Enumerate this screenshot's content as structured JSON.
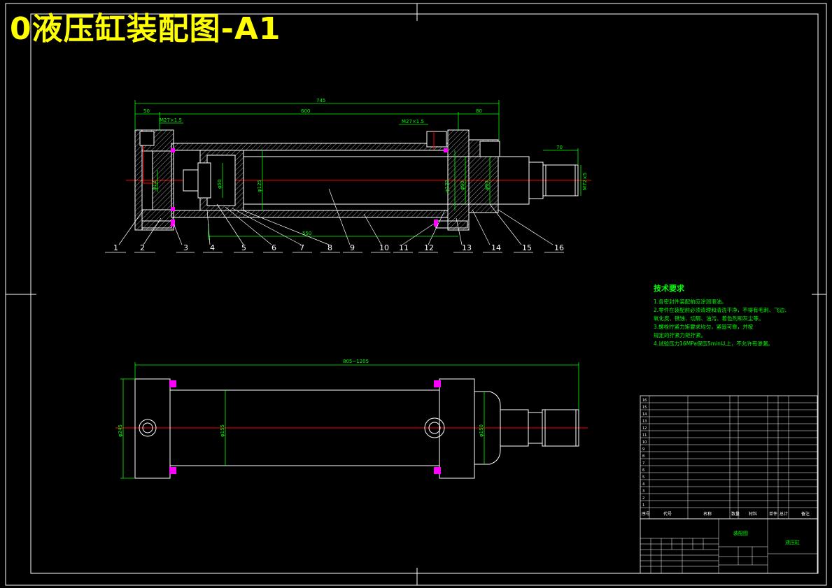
{
  "title": "0液压缸装配图-A1",
  "dimensions": {
    "overall_length": "745",
    "stroke": "600",
    "left_cap": "50",
    "right_cap": "80",
    "rod_end": "70",
    "thread_left": "M27×1.5",
    "thread_right": "M27×1.5",
    "inner_550": "550",
    "bore_125_a": "φ125",
    "bore_125_b": "φ125",
    "rod_90_a": "φ90",
    "rod_90_b": "φ90",
    "piston_50": "φ50",
    "port_12": "φ12",
    "thread_m72": "M72×5",
    "range_length": "805~1205",
    "outer_245": "φ245",
    "tube_155": "φ155",
    "flange_150": "φ150"
  },
  "part_numbers": [
    "1",
    "2",
    "3",
    "4",
    "5",
    "6",
    "7",
    "8",
    "9",
    "10",
    "11",
    "12",
    "13",
    "14",
    "15",
    "16"
  ],
  "technical_requirements": {
    "heading": "技术要求",
    "items": [
      "1.各密封件装配前应涂润滑油。",
      "2.零件在装配前必须清理和清洗干净，不得有毛刺、飞边、",
      "氧化皮、锈蚀、切屑、油污、着色剂和灰尘等。",
      "3.螺栓拧紧力矩要求均匀，紧固可靠，并按",
      "规定的拧紧力矩拧紧。",
      "4.试验压力16MPa保压5min以上，不允许有渗漏。"
    ]
  },
  "title_block": {
    "drawing_name": "装配图",
    "part_name": "液压缸",
    "parts_list_headers": [
      "序号",
      "代号",
      "名称",
      "数量",
      "材料",
      "单件",
      "总计",
      "备注"
    ],
    "row_numbers": [
      "16",
      "15",
      "14",
      "13",
      "12",
      "11",
      "10",
      "9",
      "8",
      "7",
      "6",
      "5",
      "4",
      "3",
      "2",
      "1"
    ]
  },
  "colors": {
    "background": "#000000",
    "lines": "#ffffff",
    "dimensions": "#00ff00",
    "centerline": "#ff0000",
    "seal": "#ff00ff",
    "title": "#ffff00"
  }
}
